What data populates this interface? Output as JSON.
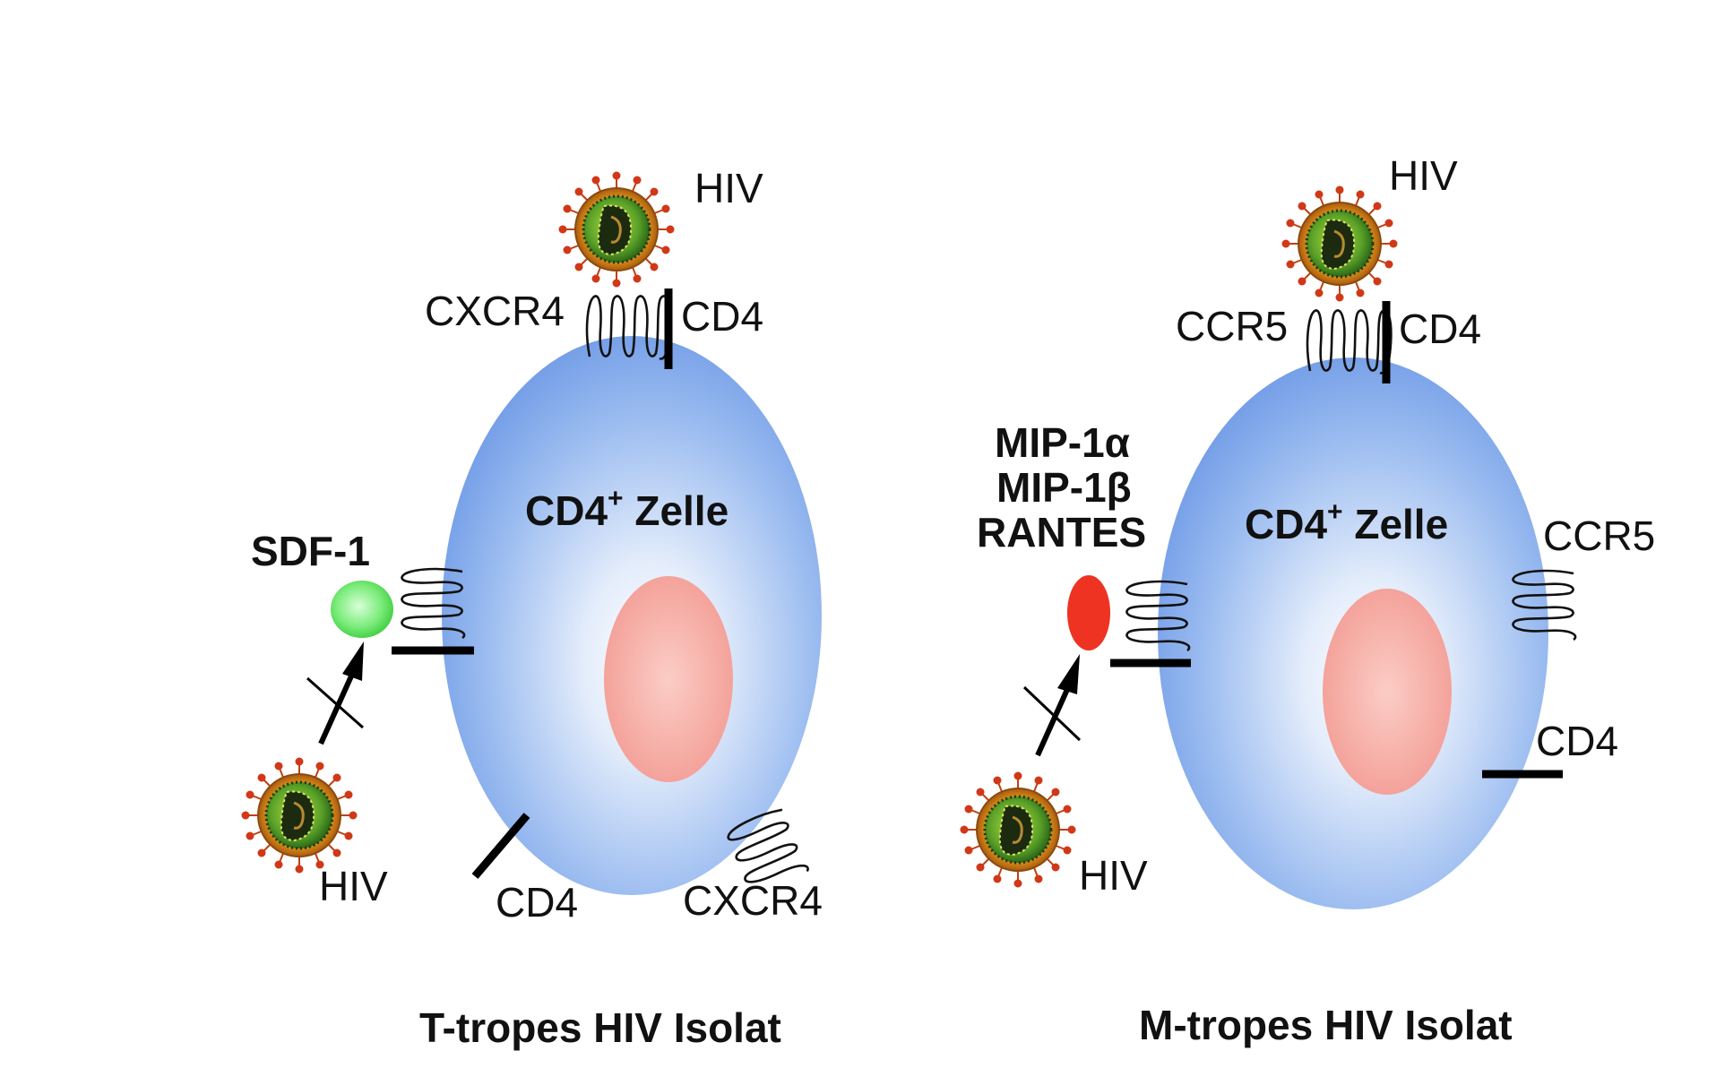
{
  "left_panel": {
    "caption": "T-tropes HIV Isolat",
    "cell_label": "CD4",
    "cell_label_sup": "+",
    "cell_label_rest": " Zelle",
    "top_virus_label": "HIV",
    "top_receptor_label": "CXCR4",
    "top_cd4_label": "CD4",
    "ligand_label": "SDF-1",
    "free_virus_label": "HIV",
    "bottom_cd4_label": "CD4",
    "bottom_receptor_label": "CXCR4"
  },
  "right_panel": {
    "caption": "M-tropes HIV Isolat",
    "cell_label": "CD4",
    "cell_label_sup": "+",
    "cell_label_rest": " Zelle",
    "top_virus_label": "HIV",
    "top_receptor_label": "CCR5",
    "top_cd4_label": "CD4",
    "ligand_lines": [
      "MIP-1α",
      "MIP-1β",
      "RANTES"
    ],
    "side_receptor_label": "CCR5",
    "side_cd4_label": "CD4",
    "free_virus_label": "HIV"
  },
  "colors": {
    "cell_edge": "#6f9ae6",
    "cell_center": "#ffffff",
    "nucleus": "#f5a19a",
    "sdf1_ligand": "#55e055",
    "chemokine_ligand": "#ee3322",
    "virus_core": "#2d7d1f",
    "virus_shell": "#e0a020"
  }
}
